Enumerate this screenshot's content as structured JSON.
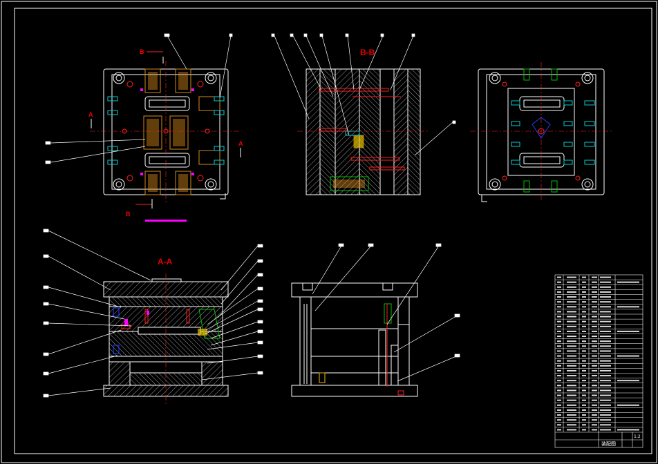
{
  "colors": {
    "background": "#000000",
    "line": "#ffffff",
    "red": "#ff2020",
    "yellow": "#e8c000",
    "orange": "#d98a1a",
    "cyan": "#00d0d0",
    "magenta": "#ff00ff",
    "green": "#00c000",
    "blue": "#2040ff"
  },
  "views": {
    "section_bb_title": "B-B",
    "section_aa_title": "A-A",
    "top_cut_A_left": "A",
    "top_cut_A_right": "A",
    "top_cut_B_top": "B",
    "top_cut_B_bottom": "B"
  },
  "title_block": {
    "title": "装配图",
    "scale": "1:2"
  }
}
